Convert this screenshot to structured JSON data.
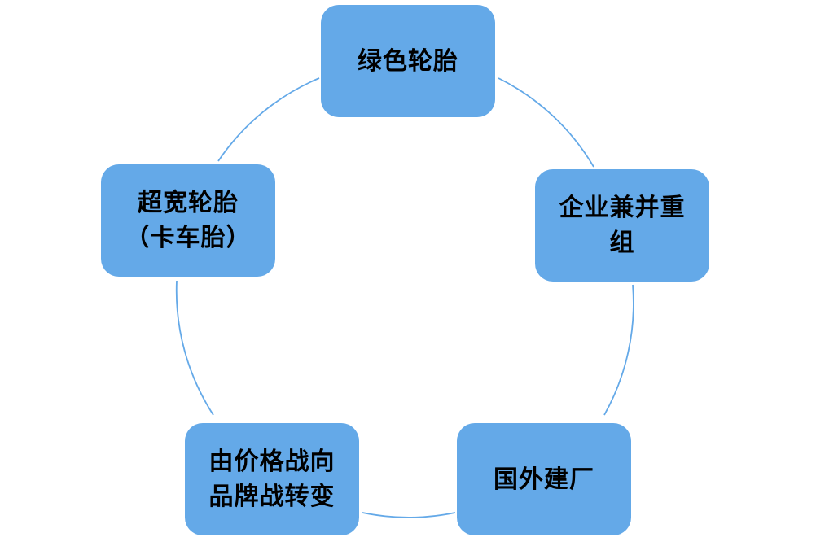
{
  "diagram": {
    "type": "cycle",
    "colors": {
      "node_fill": "#64a9e8",
      "connector_stroke": "#64a9e8",
      "text": "#000000",
      "background": "#ffffff"
    },
    "nodes": [
      {
        "label": "绿色轮胎"
      },
      {
        "label": "企业兼并重\n组"
      },
      {
        "label": "国外建厂"
      },
      {
        "label": "由价格战向\n品牌战转变"
      },
      {
        "label": "超宽轮胎\n（卡车胎）"
      }
    ]
  }
}
